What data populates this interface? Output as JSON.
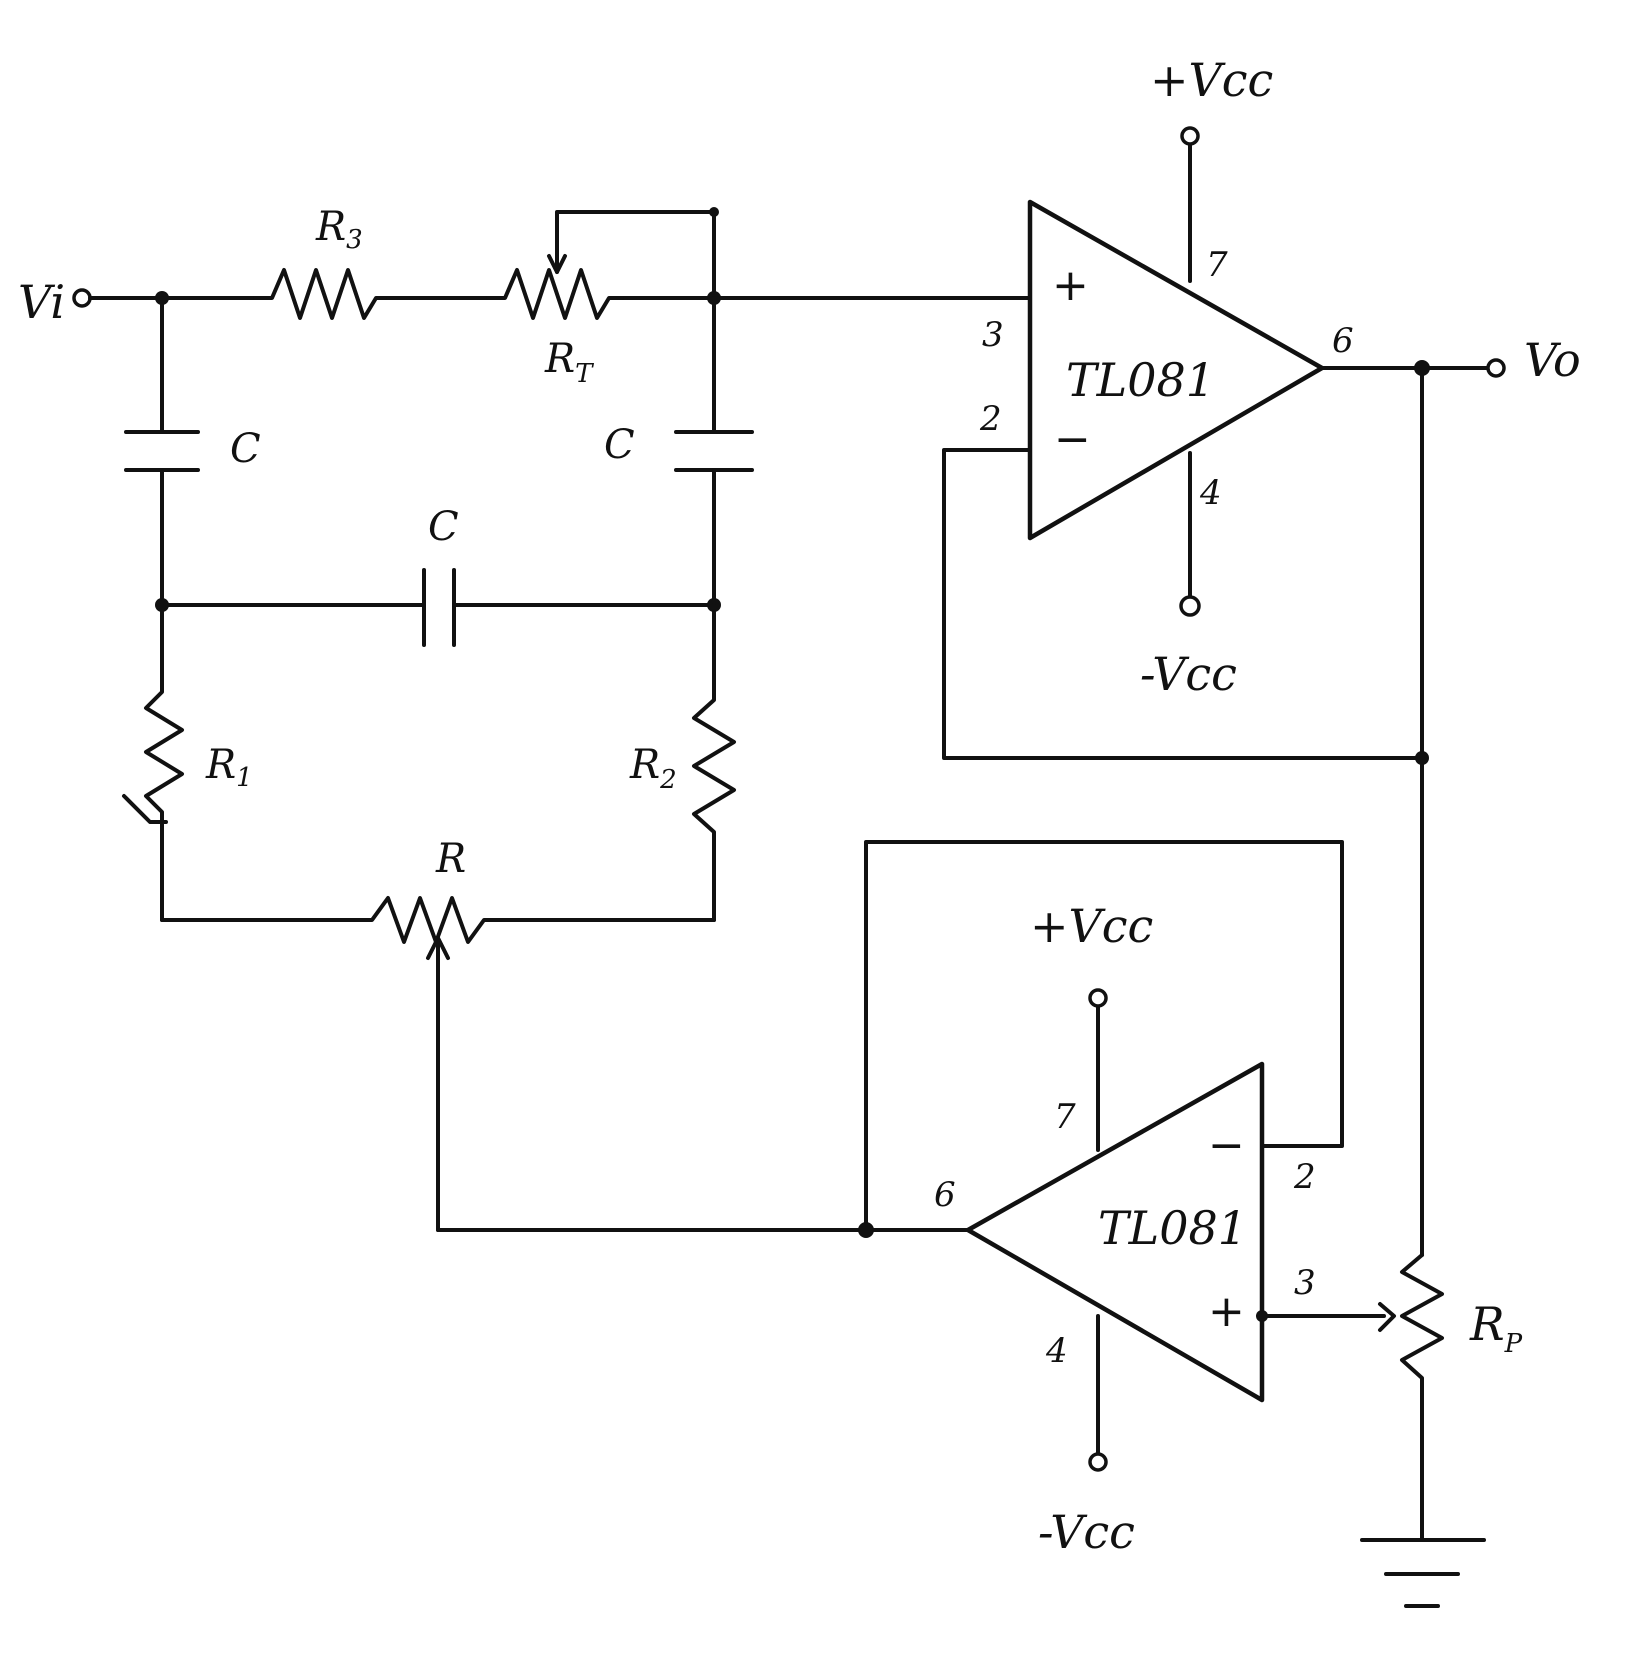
{
  "labels": {
    "vi": "Vi",
    "vo": "Vo",
    "r3_main": "R",
    "r3_sub": "3",
    "rt_main": "R",
    "rt_sub": "T",
    "c_left": "C",
    "c_right": "C",
    "c_middle": "C",
    "r1_main": "R",
    "r1_sub": "1",
    "r2_main": "R",
    "r2_sub": "2",
    "r": "R",
    "rp_main": "R",
    "rp_sub": "P"
  },
  "opamp_top": {
    "name": "TL081",
    "pin_plus": "3",
    "pin_minus": "2",
    "pin_out": "6",
    "pin_vpos": "7",
    "pin_vneg": "4",
    "plus_sign": "+",
    "minus_sign": "−",
    "vcc_pos": "+Vcc",
    "vcc_neg": "-Vcc"
  },
  "opamp_bottom": {
    "name": "TL081",
    "pin_plus": "3",
    "pin_minus": "2",
    "pin_out": "6",
    "pin_vpos": "7",
    "pin_vneg": "4",
    "plus_sign": "+",
    "minus_sign": "−",
    "vcc_pos": "+Vcc",
    "vcc_neg": "-Vcc"
  }
}
